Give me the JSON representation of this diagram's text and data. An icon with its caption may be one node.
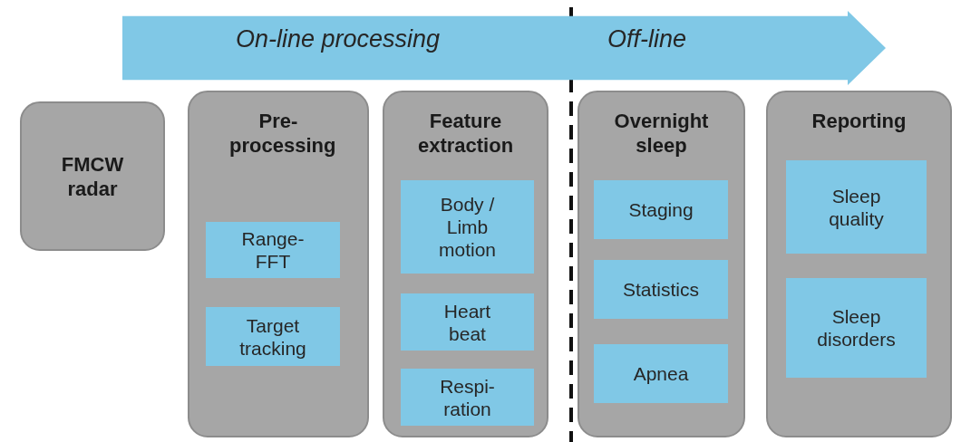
{
  "diagram": {
    "nodes": [
      {
        "text": [
          "On-line processing",
          "Off-line"
        ]
      },
      {
        "text": [
          "FMCW radar"
        ]
      },
      {
        "text": [
          "Pre- processing"
        ]
      },
      {
        "text": [
          "Range- FFT"
        ],
        "in": 2
      },
      {
        "text": [
          "Target tracking"
        ],
        "in": 2
      },
      {
        "text": [
          "Feature extraction"
        ]
      },
      {
        "text": [
          "Body / Limb motion"
        ],
        "in": 5
      },
      {
        "text": [
          "Heart beat"
        ],
        "in": 5
      },
      {
        "text": [
          "Respi- ration"
        ],
        "in": 5
      },
      {
        "text": [
          "Overnight sleep"
        ]
      },
      {
        "text": [
          "Staging"
        ],
        "in": 9
      },
      {
        "text": [
          "Statistics"
        ],
        "in": 9
      },
      {
        "text": [
          "Apnea"
        ],
        "in": 9
      },
      {
        "text": [
          "Reporting"
        ]
      },
      {
        "text": [
          "Sleep quality"
        ],
        "in": 13
      },
      {
        "text": [
          "Sleep disorders"
        ],
        "in": 13
      }
    ]
  }
}
